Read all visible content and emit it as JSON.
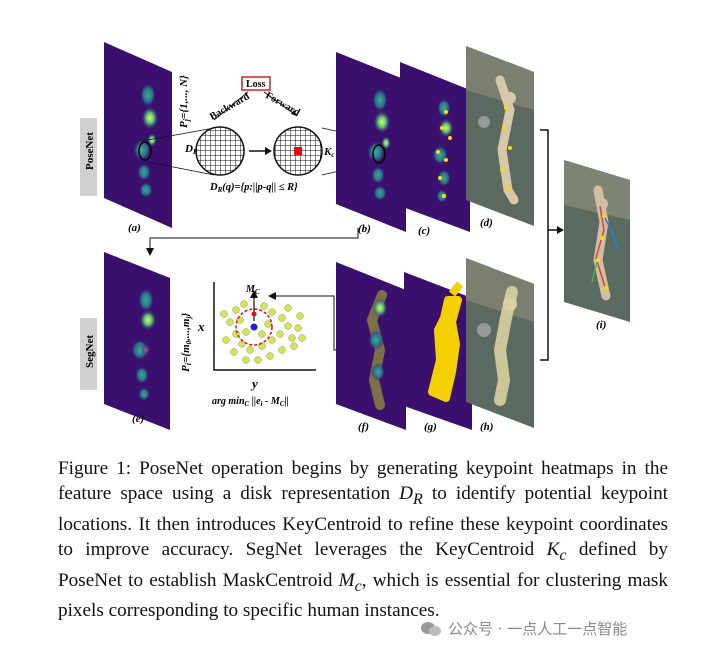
{
  "figure": {
    "row_labels": {
      "posenet": "PoseNet",
      "segnet": "SegNet"
    },
    "panel_labels": [
      "(a)",
      "(b)",
      "(c)",
      "(d)",
      "(e)",
      "(f)",
      "(g)",
      "(h)",
      "(i)"
    ],
    "loss_label": "Loss",
    "backward_label": "Backward",
    "forward_label": "Forward",
    "dr_label": "D",
    "dr_sub": "R",
    "kc_label": "K",
    "kc_sub": "c",
    "dr_formula": "D",
    "dr_formula_rest": "(q)={p:||p-q|| ≤ R}",
    "pj_label": "P",
    "pj_sub": "j",
    "pj_set": "={1,..., N}",
    "pi_label": "P",
    "pi_sub": "i",
    "pi_set": "={m",
    "pi_set_mid": "0",
    "pi_set_end": ",...,m",
    "pi_set_last": "j",
    "pi_set_close": "}",
    "mc_label": "M",
    "mc_sub": "C",
    "axis_x": "x",
    "axis_y": "y",
    "argmin_text": "arg min",
    "argmin_sub": "C",
    "argmin_rest": " ||e",
    "argmin_i": "i",
    "argmin_end": " - M",
    "argmin_c": "C",
    "argmin_close": "||",
    "colors": {
      "heatmap_bg": "#3b0f6e",
      "heat_hot": "#d7e84a",
      "heat_mid": "#2aa88a",
      "loss_border": "#d42020",
      "mask_yellow": "#f5d000"
    }
  },
  "caption": {
    "p1": "Figure 1:  PoseNet operation begins by generating keypoint heatmaps in the feature space using a disk representation ",
    "dr": "D",
    "dr_sub": "R",
    "p2": " to identify potential keypoint locations.  It then introduces KeyCentroid to refine these keypoint coordinates to improve accuracy. SegNet leverages the KeyCentroid ",
    "kc": "K",
    "kc_sub": "c",
    "p3": " defined by PoseNet to establish MaskCentroid ",
    "mc": "M",
    "mc_sub": "c",
    "p4": ", which is essential for clustering mask pixels corresponding to specific human instances."
  },
  "watermark": {
    "text": "公众号 · 一点人工一点智能"
  }
}
